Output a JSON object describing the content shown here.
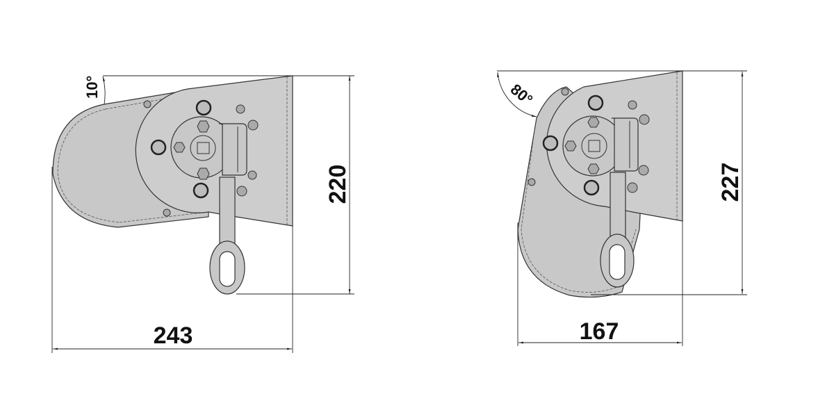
{
  "left_view": {
    "angle_label": "10°",
    "width_label": "243",
    "height_label": "220"
  },
  "right_view": {
    "angle_label": "80°",
    "width_label": "167",
    "height_label": "227"
  },
  "colors": {
    "part_fill": "#c8c8c8",
    "line": "#222222"
  }
}
